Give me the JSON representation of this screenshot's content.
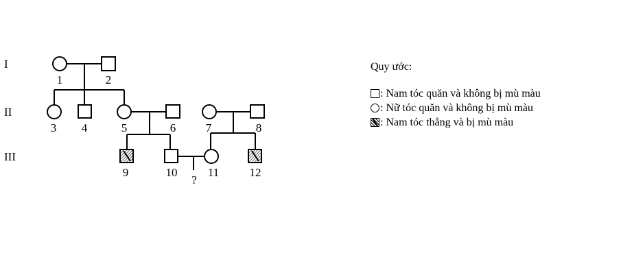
{
  "generations": [
    "I",
    "II",
    "III"
  ],
  "individuals": {
    "1": "1",
    "2": "2",
    "3": "3",
    "4": "4",
    "5": "5",
    "6": "6",
    "7": "7",
    "8": "8",
    "9": "9",
    "10": "10",
    "11": "11",
    "12": "12"
  },
  "unknown_child": "?",
  "legend": {
    "title": "Quy ước:",
    "items": [
      {
        "symbol": "square",
        "label": ": Nam tóc quăn và không bị mù màu"
      },
      {
        "symbol": "circle",
        "label": ": Nữ tóc quăn và không bị mù màu"
      },
      {
        "symbol": "hatched-square",
        "label": ": Nam tóc thẳng và bị mù màu"
      }
    ]
  }
}
